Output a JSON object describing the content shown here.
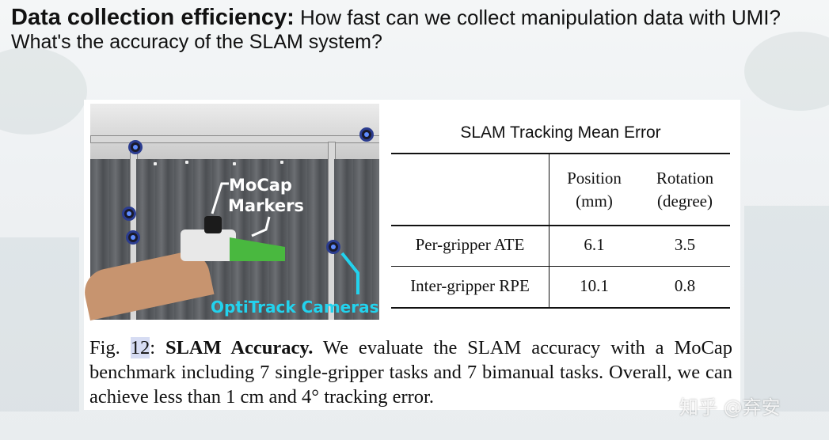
{
  "heading": {
    "bold_part": "Data collection efficiency:",
    "line1_rest": "How fast can we collect manipulation data with UMI?",
    "line2": "What's the accuracy of the SLAM system?"
  },
  "photo": {
    "label_mocap_line1": "MoCap",
    "label_mocap_line2": "Markers",
    "label_optitrack": "OptiTrack Cameras"
  },
  "table": {
    "title": "SLAM Tracking Mean Error",
    "col_headers": [
      {
        "line1": "Position",
        "line2": "(mm)"
      },
      {
        "line1": "Rotation",
        "line2": "(degree)"
      }
    ],
    "rows": [
      {
        "label": "Per-gripper ATE",
        "position": "6.1",
        "rotation": "3.5"
      },
      {
        "label": "Inter-gripper RPE",
        "position": "10.1",
        "rotation": "0.8"
      }
    ]
  },
  "caption": {
    "fig_prefix": "Fig. ",
    "fig_number": "12",
    "fig_colon": ": ",
    "title_bold": "SLAM Accuracy.",
    "body": " We evaluate the SLAM accuracy with a MoCap benchmark including 7 single-gripper tasks and 7 bimanual tasks. Overall, we can achieve less than 1 cm and 4° tracking error."
  },
  "watermark": "知乎 @弃安"
}
